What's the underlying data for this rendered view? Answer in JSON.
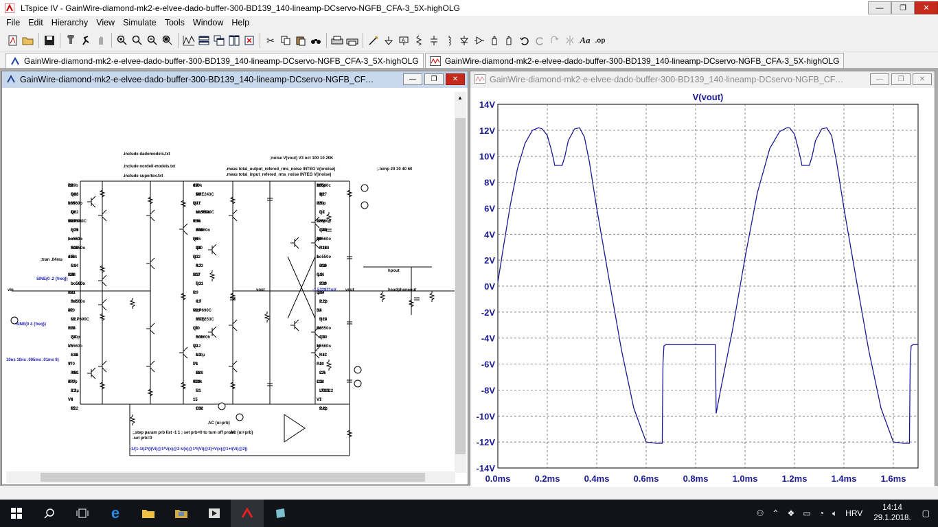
{
  "window": {
    "title": "LTspice IV - GainWire-diamond-mk2-e-elvee-dado-buffer-300-BD139_140-lineamp-DCservo-NGFB_CFA-3_5X-highOLG",
    "min": "—",
    "max": "❐",
    "close": "✕"
  },
  "menu": [
    "File",
    "Edit",
    "Hierarchy",
    "View",
    "Simulate",
    "Tools",
    "Window",
    "Help"
  ],
  "tabs": [
    {
      "label": "GainWire-diamond-mk2-e-elvee-dado-buffer-300-BD139_140-lineamp-DCservo-NGFB_CFA-3_5X-highOLG",
      "icon": "schematic-icon"
    },
    {
      "label": "GainWire-diamond-mk2-e-elvee-dado-buffer-300-BD139_140-lineamp-DCservo-NGFB_CFA-3_5X-highOLG",
      "icon": "waveform-icon"
    }
  ],
  "schematic_window": {
    "title": "GainWire-diamond-mk2-e-elvee-dado-buffer-300-BD139_140-lineamp-DCservo-NGFB_CFA-3_5X-high...",
    "directives": {
      "inc1": ".include dadomodels.txt",
      "inc2": ".include oordell-models.txt",
      "inc3": ".include supertex.txt",
      "noise": ";noise V(vout) V3 oct 100 10 20K",
      "meas1": ".meas total_output_refered_rms_noise INTEG V(onoise)",
      "meas2": ".meas total_input_refered_rms_noise INTEG V(inoise)",
      "temp": ";.temp 20 30 40 60",
      "tran": ";tran .04ms",
      "sine1": "SINE(0 .2 {freq})",
      "sine2": "SINE(0 4 {freq})",
      "pulse": "10ns 10ns .005ms .01ms 8)",
      "step": ";.step param prb list -1 1 ; set prb=0 to turn off probe",
      "setprb": ".set prb=0",
      "ac": "AC {ui-prb}",
      "acsub": "AC {ui+prb}",
      "expr": "-1/(1-1/(2*(I(Vi)@1*V(x)@2-V(x)@1*I(Vi)@2)+V(x)@1+I(Vi)@2))",
      "volt": "-1.532921uV",
      "vout": "vout",
      "vin": "vin",
      "headphone": "headphoneout",
      "hpout": "hpout"
    },
    "parts": [
      "R4",
      "330",
      "bo560c",
      "Q18",
      "R3",
      "10",
      "bo560o",
      "Q17",
      "R5",
      "1k",
      "bo560o",
      "Q1",
      "R20",
      "3.3k",
      "bo560o",
      "Q21",
      "R14",
      "220",
      "bo560o",
      "Q5",
      "Q9",
      "bo550o",
      "Q6",
      "R178",
      "470k",
      "Q3",
      "bo550o",
      "R44",
      "4.7",
      "R10",
      "12k",
      "R17",
      "6.8",
      "bo560o",
      "Q11",
      "R19",
      "330",
      "R9",
      "390",
      "R45",
      "4.7",
      "R12",
      "470",
      "R39",
      "33",
      "C2",
      "330p",
      "R11",
      "330",
      "Q8",
      "bo550o",
      "Q4",
      "bo560b",
      "Q10",
      "bo560o",
      "Q12",
      "bo560o",
      "R46",
      "6.8",
      "R37",
      "470",
      "P1",
      "R2",
      "R50",
      "1k",
      "C7",
      "470p",
      "R29",
      "10k",
      "V3",
      "R1",
      ".0001",
      "V4",
      "15",
      "V1",
      "R22",
      "10k",
      "R42",
      "22",
      "C4",
      "100µ",
      "Q23",
      "MJE243C",
      "R27",
      "150",
      "C3",
      "220p",
      "D1",
      "MLP690C",
      "D3",
      "MLP690C",
      "C5",
      "220p",
      "R13",
      "270",
      "Q13",
      "bo560o",
      "Q15",
      "bo560o",
      "R34",
      "33",
      "R26",
      "10k",
      "R32",
      "1",
      "C1",
      "R33",
      "300",
      "R48",
      "100",
      "Q16",
      "bo560o",
      "R31",
      "270",
      "R41",
      "1",
      "Q14",
      "bo560o",
      "C9",
      "2.2µ",
      "D2",
      "MLP690C",
      "D4",
      "MLP690C",
      "MJE253C",
      "Q24",
      "R28",
      "150",
      "C6",
      "220p",
      "R36",
      "10k",
      "V5",
      "V2",
      "15",
      "C11",
      "100µ",
      "R43",
      "Vi",
      "Vx",
      "R40",
      ".001",
      "R38",
      "22k",
      "R47",
      "470k",
      "C13",
      "2.2µ",
      "U1",
      "LT1022",
      "V6",
      "15",
      "V7",
      "15",
      "C12",
      "2.2µ",
      "R39b",
      "470k",
      "R7",
      "R8",
      "1k",
      "Q2",
      "bo560o",
      "R21",
      "3.3k",
      "Q22",
      "bo560o",
      "Q7",
      "bo560o",
      "R16",
      "220",
      "Q19",
      "bo560o",
      "Q20",
      "bo560o",
      "R6",
      "10",
      "R15",
      "330",
      "R18",
      "4.7"
    ]
  },
  "waveform_window": {
    "title": "GainWire-diamond-mk2-e-elvee-dado-buffer-300-BD139_140-lineamp-DCservo-NGFB_CFA-3_5X-hig..."
  },
  "chart_data": {
    "type": "line",
    "title": "V(vout)",
    "xlabel": "",
    "ylabel": "",
    "xlim": [
      0,
      1.7
    ],
    "ylim": [
      -14,
      14
    ],
    "xticks": [
      "0.0ms",
      "0.2ms",
      "0.4ms",
      "0.6ms",
      "0.8ms",
      "1.0ms",
      "1.2ms",
      "1.4ms",
      "1.6ms"
    ],
    "yticks": [
      "14V",
      "12V",
      "10V",
      "8V",
      "6V",
      "4V",
      "2V",
      "0V",
      "-2V",
      "-4V",
      "-6V",
      "-8V",
      "-10V",
      "-12V",
      "-14V"
    ],
    "grid": true,
    "series_color": "#1a1a90",
    "series": [
      {
        "x": [
          0.0,
          0.02,
          0.05,
          0.08,
          0.11,
          0.14,
          0.165,
          0.18,
          0.2,
          0.215,
          0.225,
          0.23,
          0.26,
          0.27,
          0.285,
          0.31,
          0.33,
          0.35,
          0.37,
          0.4,
          0.45,
          0.5,
          0.55,
          0.6,
          0.64,
          0.665,
          0.668,
          0.672,
          0.68,
          0.75,
          0.83,
          0.88,
          0.883,
          0.9,
          0.95,
          1.0,
          1.05,
          1.1,
          1.14,
          1.17,
          1.18,
          1.2,
          1.215,
          1.225,
          1.23,
          1.26,
          1.27,
          1.285,
          1.31,
          1.33,
          1.35,
          1.37,
          1.4,
          1.45,
          1.5,
          1.55,
          1.6,
          1.64,
          1.665,
          1.668,
          1.672,
          1.68,
          1.7
        ],
        "y": [
          0.3,
          2.7,
          6.2,
          9.1,
          11.0,
          12.0,
          12.2,
          12.1,
          11.6,
          10.6,
          9.8,
          9.3,
          9.3,
          9.9,
          11.2,
          12.1,
          12.2,
          11.5,
          9.6,
          6.0,
          0.5,
          -4.9,
          -9.4,
          -12.0,
          -12.1,
          -12.1,
          -5.9,
          -4.6,
          -4.5,
          -4.5,
          -4.5,
          -4.5,
          -9.8,
          -8.1,
          -3.3,
          2.2,
          7.2,
          10.6,
          11.9,
          12.2,
          12.2,
          11.7,
          10.6,
          9.8,
          9.3,
          9.3,
          9.9,
          11.2,
          12.1,
          12.2,
          11.6,
          9.6,
          6.0,
          0.5,
          -4.9,
          -9.4,
          -12.0,
          -12.1,
          -12.1,
          -5.9,
          -4.6,
          -4.5,
          -4.5
        ]
      }
    ]
  },
  "taskbar": {
    "lang": "HRV",
    "time": "14:14",
    "date": "29.1.2018."
  }
}
